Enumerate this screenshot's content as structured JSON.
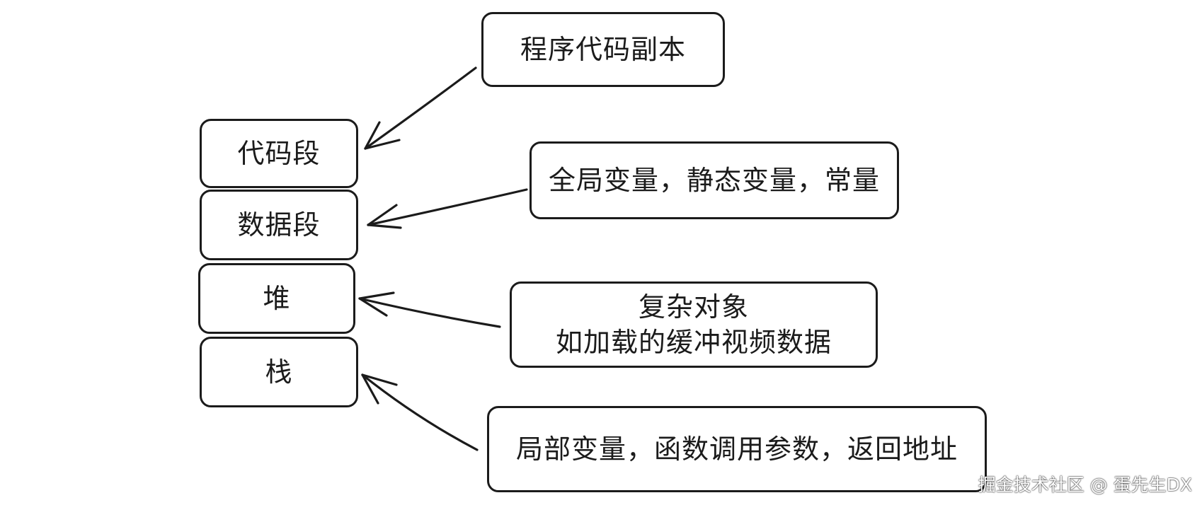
{
  "segments": {
    "code": "代码段",
    "data": "数据段",
    "heap": "堆",
    "stack": "栈"
  },
  "descriptions": {
    "code": "程序代码副本",
    "data": "全局变量，静态变量，常量",
    "heap_line1": "复杂对象",
    "heap_line2": "如加载的缓冲视频数据",
    "stack": "局部变量，函数调用参数，返回地址"
  },
  "watermark": "掘金技术社区 @ 蛋先生DX",
  "colors": {
    "stroke": "#1b1b1b",
    "background": "#ffffff"
  }
}
